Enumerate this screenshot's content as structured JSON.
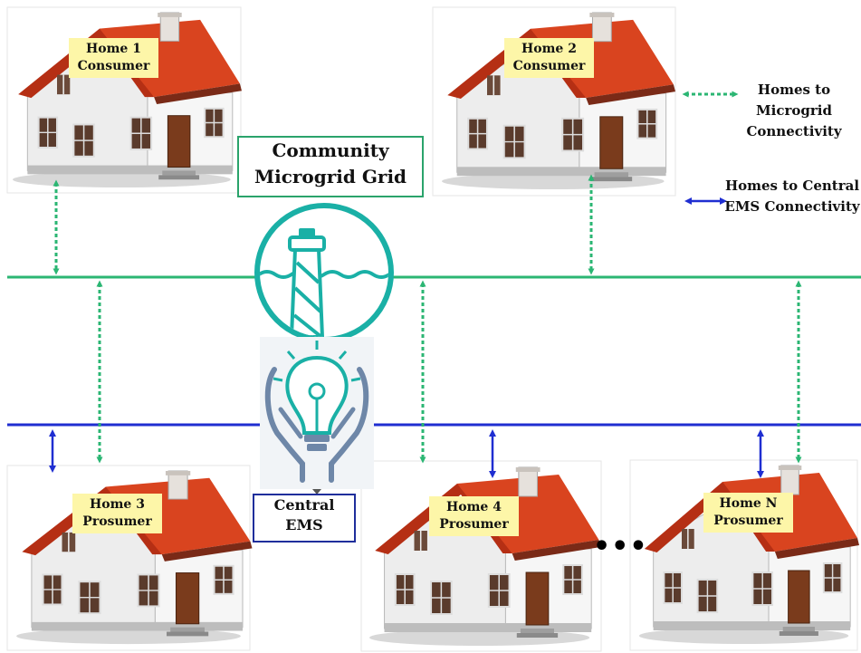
{
  "title": "Community Microgrid Grid",
  "ems_label": "Central EMS",
  "homes": [
    {
      "name": "Home 1",
      "role": "Consumer"
    },
    {
      "name": "Home 2",
      "role": "Consumer"
    },
    {
      "name": "Home 3",
      "role": "Prosumer"
    },
    {
      "name": "Home 4",
      "role": "Prosumer"
    },
    {
      "name": "Home N",
      "role": "Prosumer"
    }
  ],
  "ellipsis": "•••",
  "legend": {
    "microgrid": "Homes to Microgrid Connectivity",
    "ems": "Homes to Central EMS Connectivity"
  },
  "colors": {
    "microgrid_line": "#2bb673",
    "ems_line": "#1f2ed1",
    "roof": "#d9441f",
    "teal_icon": "#1ab0a6",
    "label_bg": "#fdf6a8"
  },
  "icons": {
    "microgrid": "wind-turbine-water-icon",
    "ems": "lightbulb-hands-icon"
  }
}
